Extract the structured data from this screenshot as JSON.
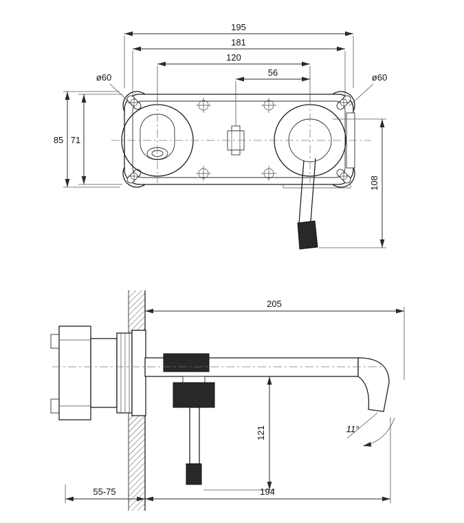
{
  "drawing": {
    "front": {
      "overall_width": "195",
      "body_width": "181",
      "port_spacing": "120",
      "valve_offset": "56",
      "left_port_dia": "ø60",
      "right_port_dia": "ø60",
      "overall_height": "85",
      "body_height": "71",
      "handle_length": "108"
    },
    "side": {
      "spout_reach": "205",
      "handle_drop": "121",
      "spout_length": "194",
      "wall_depth_range": "55-75",
      "outlet_angle": "11°"
    }
  }
}
